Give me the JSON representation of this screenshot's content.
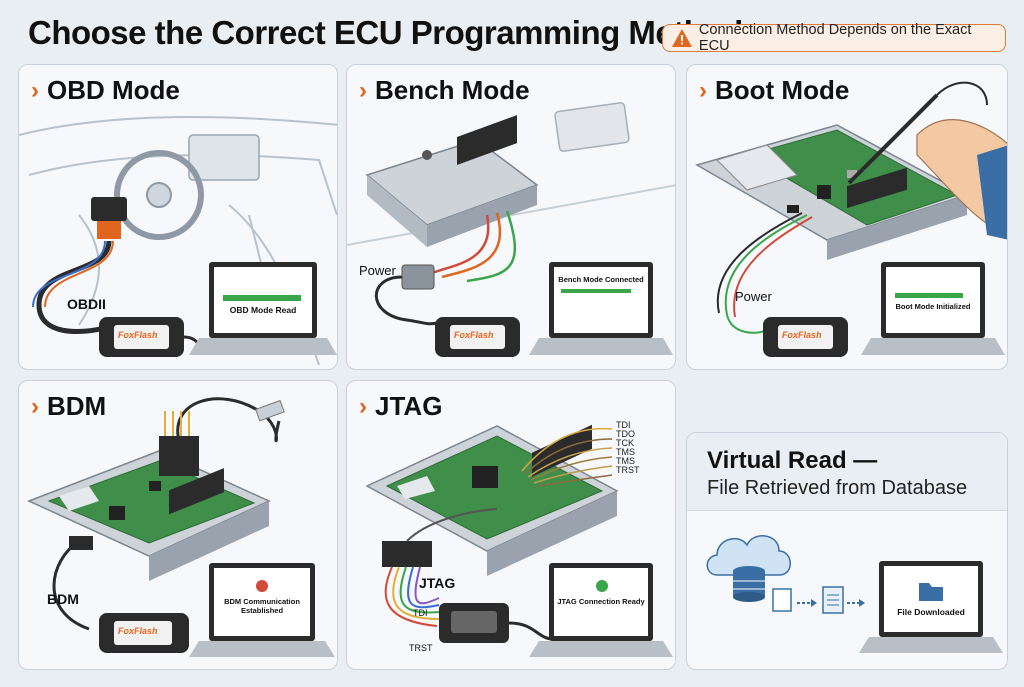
{
  "header": {
    "title": "Choose the Correct ECU Programming Method",
    "warning": "Connection Method Depends on the Exact ECU"
  },
  "panels": {
    "obd": {
      "title": "OBD Mode",
      "label_obdii": "OBDII",
      "screen": "OBD Mode Read",
      "device": "FoxFlash"
    },
    "bench": {
      "title": "Bench Mode",
      "label_power": "Power",
      "screen": "Bench Mode Connected",
      "device": "FoxFlash"
    },
    "boot": {
      "title": "Boot Mode",
      "label_power": "Power",
      "screen": "Boot Mode Initialized",
      "device": "FoxFlash"
    },
    "bdm": {
      "title": "BDM",
      "label_bdm": "BDM",
      "screen": "BDM Communication Established",
      "device": "FoxFlash"
    },
    "jtag": {
      "title": "JTAG",
      "label_jtag": "JTAG",
      "label_tdi": "TDI",
      "label_trst": "TRST",
      "pins": [
        "TDI",
        "TDO",
        "TCK",
        "TMS",
        "TMS",
        "TRST"
      ],
      "screen": "JTAG Connection Ready"
    },
    "virtual": {
      "title": "Virtual Read —",
      "subtitle": "File Retrieved from Database",
      "screen": "File Downloaded"
    }
  },
  "colors": {
    "accent": "#e0661f",
    "pcb": "#3f8f4a",
    "ok": "#3aa64a",
    "bg": "#e9eef3"
  }
}
